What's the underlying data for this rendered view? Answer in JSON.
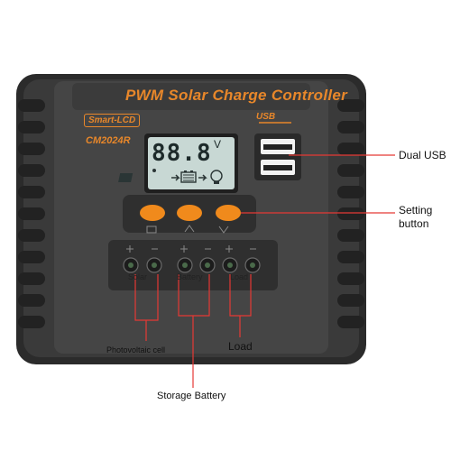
{
  "device": {
    "title": "PWM Solar Charge Controller",
    "badge": "Smart-LCD",
    "model": "CM2024R",
    "usb_mark": "USB",
    "lcd_value": "88.8",
    "lcd_unit": "V",
    "terminals": [
      "Solar",
      "Battery",
      "Load"
    ]
  },
  "callouts": {
    "dual_usb": "Dual USB",
    "setting_line1": "Setting",
    "setting_line2": "button",
    "photovoltaic": "Photovoltaic cell",
    "load": "Load",
    "storage_battery": "Storage Battery"
  },
  "colors": {
    "body": "#3a3a3a",
    "accent": "#e8872a",
    "button": "#f08a1c",
    "lcd": "#c8d8d4",
    "callout_line": "#e53935"
  }
}
